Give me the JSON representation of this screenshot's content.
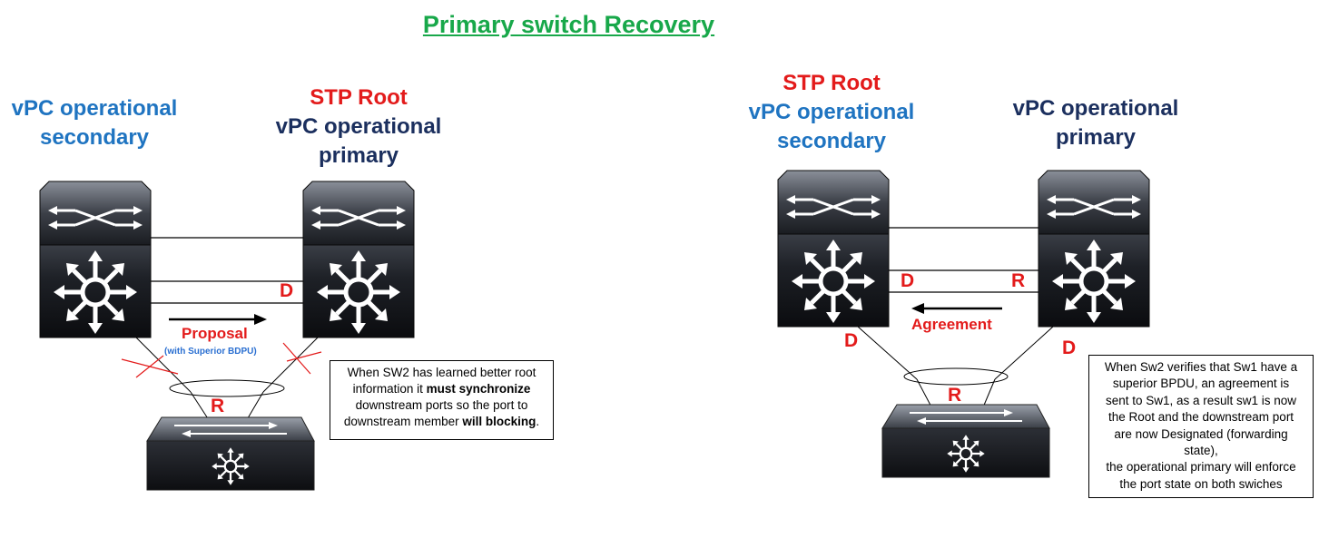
{
  "title": "Primary switch Recovery",
  "colors": {
    "title": "#18a84a",
    "label_blue": "#1f74c1",
    "label_navy": "#1b2f5e",
    "port_red": "#e31b1b",
    "accent_blue": "#2a6fd1"
  },
  "left": {
    "switch1_label": [
      "vPC operational",
      "secondary"
    ],
    "switch2_stp": "STP Root",
    "switch2_label": [
      "vPC operational",
      "primary"
    ],
    "port_d": "D",
    "port_r": "R",
    "proposal": "Proposal",
    "proposal_sub": "(with Superior BDPU)",
    "note": {
      "line1": "When SW2 has learned better root",
      "line2_pre": "information it ",
      "line2_bold": "must synchronize",
      "line3": "downstream ports so the port to",
      "line4_pre": "downstream member ",
      "line4_bold": "will blocking",
      "line4_post": "."
    }
  },
  "right": {
    "switch1_stp": "STP Root",
    "switch1_label": [
      "vPC operational",
      "secondary"
    ],
    "switch2_label": [
      "vPC operational",
      "primary"
    ],
    "port_d_link": "D",
    "port_r_link": "R",
    "port_d_down_left": "D",
    "port_d_down_right": "D",
    "port_r_access": "R",
    "agreement": "Agreement",
    "note_lines": [
      "When Sw2 verifies that Sw1 have a",
      "superior BPDU, an agreement is",
      "sent to Sw1, as a result sw1 is now",
      "the Root and the downstream port",
      "are now Designated (forwarding",
      "state),",
      "the operational primary will enforce",
      "the port state on both swiches"
    ]
  }
}
